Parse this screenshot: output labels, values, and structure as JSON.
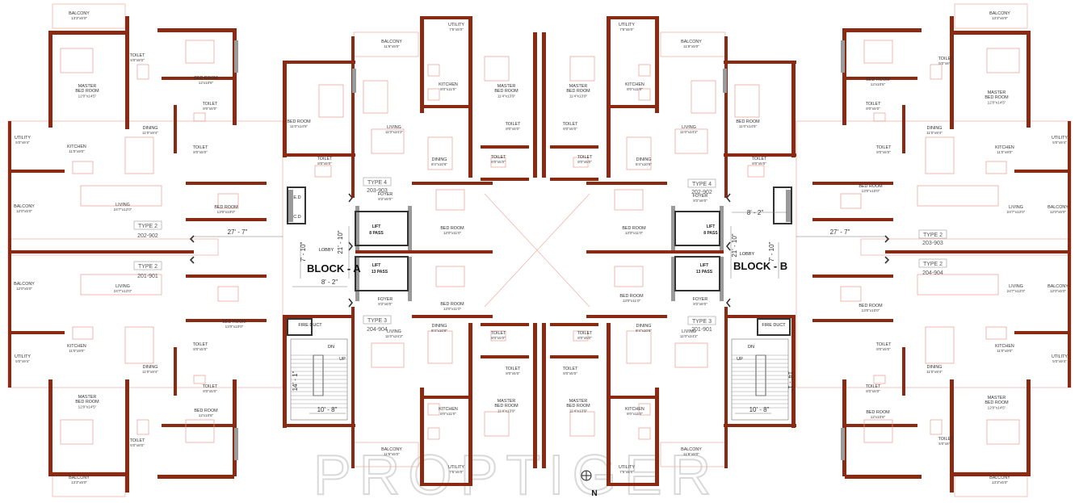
{
  "colors": {
    "wall": "#8b2a12",
    "thin": "#e26a58",
    "fixture": "#e89a90",
    "grey": "#9a9a9a",
    "text": "#333333"
  },
  "blocks": {
    "a": "BLOCK - A",
    "b": "BLOCK - B"
  },
  "north": "N",
  "watermark": "PROPTIGER",
  "types": {
    "t2a": "TYPE 2",
    "t2b": "TYPE 2",
    "t2c": "TYPE 2",
    "t2d": "TYPE 2",
    "t4a": "TYPE 4",
    "t4b": "TYPE 4",
    "t3a": "TYPE 3",
    "t3b": "TYPE 3"
  },
  "unit_numbers": {
    "u202_902": "202-902",
    "u201_901": "201-901",
    "u203_903_a": "203-903",
    "u204_904_a": "204-904",
    "u202_902_b": "202-902",
    "u201_901_b": "201-901",
    "u203_903_b": "203-903",
    "u204_904_b": "204-904"
  },
  "lifts": {
    "l1": "LIFT",
    "l1c": "8 PASS",
    "l2": "LIFT",
    "l2c": "13 PASS",
    "l3": "LIFT",
    "l3c": "8 PASS",
    "l4": "LIFT",
    "l4c": "13 PASS"
  },
  "misc": {
    "ed": "E.D",
    "cd": "C.D",
    "fire": "FIRE DUCT",
    "lobby": "LOBBY",
    "dn": "DN",
    "up": "UP",
    "d27": "27' - 7\"",
    "d21": "21' - 10\"",
    "d7": "7' - 10\"",
    "d8": "8' - 2\"",
    "d10": "10' - 8\"",
    "d14": "14' - 1\""
  },
  "rooms": {
    "balcony_tl": [
      "BALCONY",
      "13'3\"x5'0\""
    ],
    "toilet_tl": [
      "TOILET",
      "5'0\"x8'0\""
    ],
    "master_tl": [
      "MASTER",
      "BED ROOM",
      "12'0\"x14'5\""
    ],
    "bed_tl": [
      "BED ROOM",
      "12'x10'6\""
    ],
    "toilet2_tl": [
      "TOILET",
      "8'0\"x5'0\""
    ],
    "toilet3_tl": [
      "TOILET",
      "8'0\"x5'0\""
    ],
    "utility_tl": [
      "UTILITY",
      "5'0\"x9'4\""
    ],
    "kitchen_tl": [
      "KITCHEN",
      "11'0\"x9'0\""
    ],
    "dining_tl": [
      "DINING",
      "11'0\"x9'4\""
    ],
    "balcony_l": [
      "BALCONY",
      "12'0\"x5'0\""
    ],
    "living_l": [
      "LIVING",
      "24'7\"x12'0\""
    ],
    "bed2_l": [
      "BED ROOM",
      "13'0\"x10'0\""
    ],
    "balcony_l2": [
      "BALCONY",
      "12'0\"x5'0\""
    ],
    "living_l2": [
      "LIVING",
      "24'7\"x12'0\""
    ],
    "bed2_l2": [
      "BED ROOM",
      "13'0\"x10'0\""
    ],
    "kitchen_bl": [
      "KITCHEN",
      "11'0\"x9'0\""
    ],
    "utility_bl": [
      "UTILITY",
      "5'0\"x9'4\""
    ],
    "dining_bl": [
      "DINING",
      "11'0\"x9'4\""
    ],
    "toilet_bl": [
      "TOILET",
      "8'0\"x5'0\""
    ],
    "toilet2_bl": [
      "TOILET",
      "8'0\"x5'0\""
    ],
    "master_bl": [
      "MASTER",
      "BED ROOM",
      "12'0\"x14'5\""
    ],
    "bed_bl": [
      "BED ROOM",
      "12'x10'6\""
    ],
    "toilet3_bl": [
      "TOILET",
      "5'0\"x8'0\""
    ],
    "balcony_bl": [
      "BALCONY",
      "13'3\"x5'0\""
    ],
    "balcony_a1": [
      "BALCONY",
      "11'6\"x5'0\""
    ],
    "utility_a1": [
      "UTILITY",
      "7'5\"x5'0\""
    ],
    "kitchen_a1": [
      "KITCHEN",
      "8'0\"x11'0\""
    ],
    "master_a1": [
      "MASTER",
      "BED ROOM",
      "11'4\"x13'9\""
    ],
    "bed_a1": [
      "BED ROOM",
      "11'0\"x14'5\""
    ],
    "living_a1": [
      "LIVING",
      "11'0\"x24'2\""
    ],
    "toilet_a1": [
      "TOILET",
      "8'0\"x5'0\""
    ],
    "toilet2_a1": [
      "TOILET",
      "8'0\"x5'0\""
    ],
    "toilet3_a1": [
      "TOILET",
      "8'0\"x5'0\""
    ],
    "dining_a1": [
      "DINING",
      "8'4\"x10'6\""
    ],
    "foyer_a1": [
      "FOYER",
      "8'2\"x6'0\""
    ],
    "bedroom_a_c1": [
      "BED ROOM",
      "13'0\"x11'0\""
    ],
    "bedroom_a_c2": [
      "BED ROOM",
      "13'0\"x11'0\""
    ],
    "foyer_a2": [
      "FOYER",
      "8'2\"x6'0\""
    ],
    "living_a2": [
      "LIVING",
      "11'0\"x24'2\""
    ],
    "dining_a2": [
      "DINING",
      "8'4\"x10'6\""
    ],
    "toilet_a2": [
      "TOILET",
      "8'0\"x5'0\""
    ],
    "toilet2_a2": [
      "TOILET",
      "8'0\"x5'0\""
    ],
    "kitchen_a2": [
      "KITCHEN",
      "8'0\"x11'0\""
    ],
    "master_a2": [
      "MASTER",
      "BED ROOM",
      "11'4\"x13'9\""
    ],
    "balcony_a2": [
      "BALCONY",
      "11'6\"x5'0\""
    ],
    "utility_a2": [
      "UTILITY",
      "7'5\"x5'0\""
    ],
    "utility_b1": [
      "UTILITY",
      "7'5\"x5'0\""
    ],
    "balcony_b1": [
      "BALCONY",
      "11'6\"x5'0\""
    ],
    "kitchen_b1": [
      "KITCHEN",
      "8'0\"x11'0\""
    ],
    "master_b1": [
      "MASTER",
      "BED ROOM",
      "11'4\"x13'9\""
    ],
    "bed_b1": [
      "BED ROOM",
      "11'0\"x14'5\""
    ],
    "living_b1": [
      "LIVING",
      "11'0\"x24'2\""
    ],
    "toilet_b1": [
      "TOILET",
      "8'0\"x5'0\""
    ],
    "toilet2_b1": [
      "TOILET",
      "8'0\"x5'0\""
    ],
    "toilet3_b1": [
      "TOILET",
      "8'0\"x5'0\""
    ],
    "dining_b1": [
      "DINING",
      "8'4\"x10'6\""
    ],
    "foyer_b1": [
      "FOYER",
      "8'2\"x6'0\""
    ],
    "bedroom_b_c1": [
      "BED ROOM",
      "13'0\"x11'0\""
    ],
    "bedroom_b_c2": [
      "BED ROOM",
      "13'0\"x11'0\""
    ],
    "foyer_b2": [
      "FOYER",
      "8'2\"x6'0\""
    ],
    "living_b2": [
      "LIVING",
      "11'0\"x24'2\""
    ],
    "dining_b2": [
      "DINING",
      "8'4\"x10'6\""
    ],
    "toilet_b2": [
      "TOILET",
      "8'0\"x5'0\""
    ],
    "toilet2_b2": [
      "TOILET",
      "8'0\"x5'0\""
    ],
    "kitchen_b2": [
      "KITCHEN",
      "8'0\"x11'0\""
    ],
    "master_b2": [
      "MASTER",
      "BED ROOM",
      "11'4\"x13'9\""
    ],
    "balcony_b2": [
      "BALCONY",
      "11'6\"x5'0\""
    ],
    "utility_b2": [
      "UTILITY",
      "7'5\"x5'0\""
    ],
    "balcony_tr": [
      "BALCONY",
      "13'3\"x5'0\""
    ],
    "bed_tr": [
      "BED ROOM",
      "12'x10'6\""
    ],
    "toilet_tr": [
      "TOILET",
      "5'0\"x8'0\""
    ],
    "master_tr": [
      "MASTER",
      "BED ROOM",
      "12'0\"x14'5\""
    ],
    "toilet2_tr": [
      "TOILET",
      "8'0\"x5'0\""
    ],
    "toilet3_tr": [
      "TOILET",
      "8'0\"x5'0\""
    ],
    "dining_tr": [
      "DINING",
      "11'0\"x9'4\""
    ],
    "kitchen_tr": [
      "KITCHEN",
      "11'0\"x9'0\""
    ],
    "utility_tr": [
      "UTILITY",
      "5'0\"x9'4\""
    ],
    "bed2_r": [
      "BED ROOM",
      "13'0\"x10'0\""
    ],
    "living_r": [
      "LIVING",
      "24'7\"x12'0\""
    ],
    "balcony_r": [
      "BALCONY",
      "12'0\"x5'0\""
    ],
    "bed2_r2": [
      "BED ROOM",
      "13'0\"x10'0\""
    ],
    "living_r2": [
      "LIVING",
      "24'7\"x12'0\""
    ],
    "balcony_r2": [
      "BALCONY",
      "12'0\"x5'0\""
    ],
    "kitchen_br": [
      "KITCHEN",
      "11'0\"x9'0\""
    ],
    "utility_br": [
      "UTILITY",
      "5'0\"x9'4\""
    ],
    "dining_br": [
      "DINING",
      "11'0\"x9'4\""
    ],
    "toilet_br": [
      "TOILET",
      "8'0\"x5'0\""
    ],
    "toilet2_br": [
      "TOILET",
      "8'0\"x5'0\""
    ],
    "master_br": [
      "MASTER",
      "BED ROOM",
      "12'0\"x14'5\""
    ],
    "bed_br": [
      "BED ROOM",
      "12'x10'6\""
    ],
    "toilet3_br": [
      "TOILET",
      "5'0\"x8'0\""
    ],
    "balcony_br": [
      "BALCONY",
      "13'3\"x5'0\""
    ]
  }
}
